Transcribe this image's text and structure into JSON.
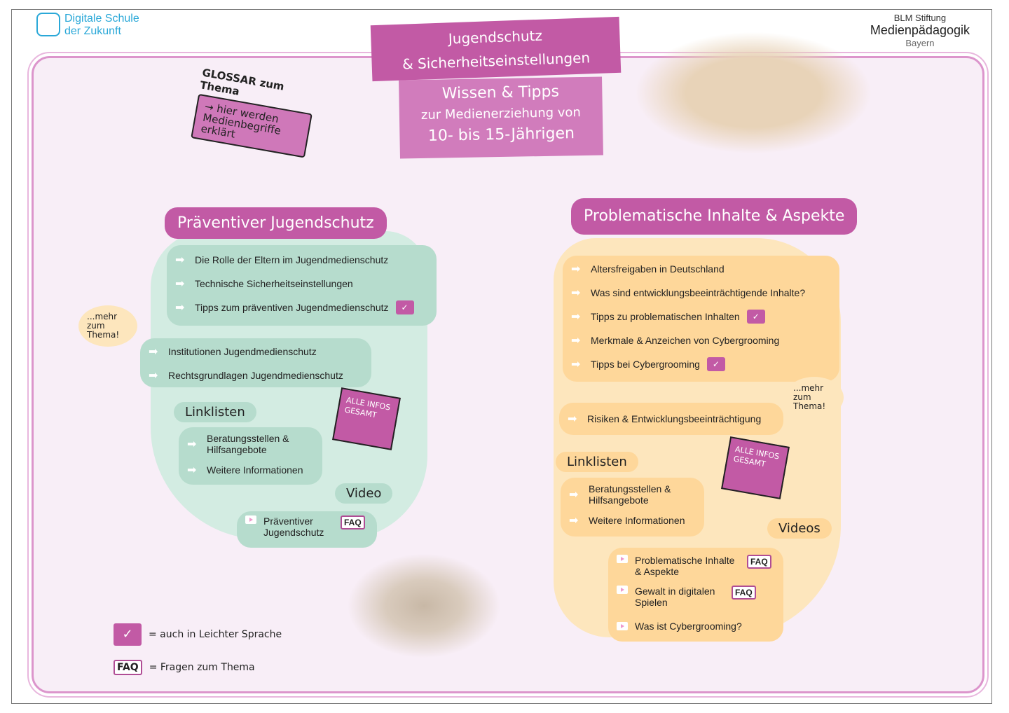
{
  "logo_left": {
    "line1": "Digitale Schule",
    "line2": "der Zukunft"
  },
  "logo_right": {
    "line1": "BLM Stiftung",
    "line2": "Medienpädagogik",
    "line3": "Bayern"
  },
  "title": {
    "line1": "Jugendschutz",
    "line2": "& Sicherheitseinstellungen",
    "sub1": "Wissen & Tipps",
    "sub2": "zur Medienerziehung von",
    "sub3": "10- bis 15-Jährigen"
  },
  "glossar": {
    "title": "GLOSSAR zum Thema",
    "text": "→ hier werden Medienbegriffe erklärt"
  },
  "left": {
    "heading": "Präventiver Jugendschutz",
    "items": [
      "Die Rolle der Eltern im Jugendmedienschutz",
      "Technische Sicherheitseinstellungen",
      "Tipps zum präventiven Jugendmedienschutz"
    ],
    "items2": [
      "Institutionen Jugendmedienschutz",
      "Rechtsgrundlagen Jugendmedienschutz"
    ],
    "mehr": "...mehr zum Thema!",
    "box": "ALLE INFOS GESAMT",
    "links_label": "Linklisten",
    "links": [
      "Beratungsstellen & Hilfsangebote",
      "Weitere Informationen"
    ],
    "video_label": "Video",
    "videos": [
      "Präventiver Jugendschutz"
    ]
  },
  "right": {
    "heading": "Problematische Inhalte & Aspekte",
    "items": [
      "Altersfreigaben in Deutschland",
      "Was sind entwicklungsbeeinträchtigende Inhalte?",
      "Tipps zu problematischen Inhalten",
      "Merkmale & Anzeichen von Cybergrooming",
      "Tipps bei Cybergrooming"
    ],
    "items2": [
      "Risiken & Entwicklungsbeeinträchtigung"
    ],
    "mehr": "...mehr zum Thema!",
    "box": "ALLE INFOS GESAMT",
    "links_label": "Linklisten",
    "links": [
      "Beratungsstellen & Hilfsangebote",
      "Weitere Informationen"
    ],
    "video_label": "Videos",
    "videos": [
      "Problematische Inhalte & Aspekte",
      "Gewalt in digitalen Spielen",
      "Was ist Cybergrooming?"
    ]
  },
  "legend": {
    "ls_text": "= auch in Leichter Sprache",
    "faq": "FAQ",
    "faq_text": "= Fragen zum Thema"
  }
}
